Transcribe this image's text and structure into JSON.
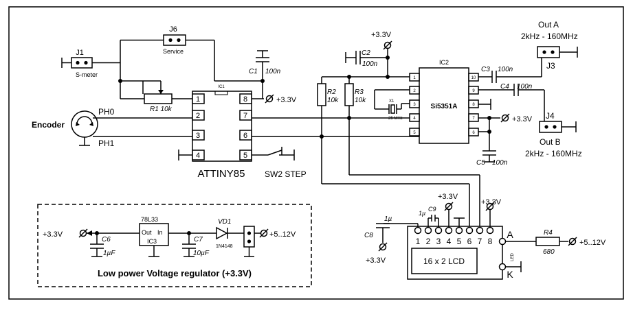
{
  "title": "ATTINY85",
  "net_labels": {
    "vcc_3v3": "+3.3V",
    "vin": "+5..12V"
  },
  "connectors": {
    "j1": "J1",
    "j1_desc": "S-meter",
    "j6": "J6",
    "j6_desc": "Service",
    "j3": "J3",
    "j4": "J4",
    "out_a": "Out A",
    "out_a_range": "2kHz - 160MHz",
    "out_b": "Out B",
    "out_b_range": "2kHz - 160MHz"
  },
  "encoder": {
    "label": "Encoder",
    "ph0": "PH0",
    "ph1": "PH1"
  },
  "switch": "SW2 STEP",
  "mcu": {
    "ref": "IC1",
    "pins_left": [
      "1",
      "2",
      "3",
      "4"
    ],
    "pins_right": [
      "8",
      "7",
      "6",
      "5"
    ]
  },
  "synth": {
    "ref": "IC2",
    "part": "Si5351A",
    "pins_left": [
      "1",
      "2",
      "3",
      "4",
      "5"
    ],
    "pins_right": [
      "10",
      "9",
      "8",
      "7",
      "6"
    ],
    "crystal_ref": "X1",
    "crystal_freq": "25 MHz"
  },
  "components": {
    "r1": "R1 10k",
    "r2": "R2",
    "r2_val": "10k",
    "r3": "R3",
    "r3_val": "10k",
    "r4": "R4",
    "r4_val": "680",
    "c1": "C1",
    "c1_val": "100n",
    "c2": "C2",
    "c2_val": "100n",
    "c3": "C3",
    "c3_val": "100n",
    "c4": "C4",
    "c4_val": "100n",
    "c5": "C5",
    "c5_val": "100n",
    "c8": "C8",
    "c8_val": "1µ",
    "c9": "C9",
    "c9_val": "1µ"
  },
  "lcd": {
    "label": "16 x 2 LCD",
    "pins": [
      "1",
      "2",
      "3",
      "4",
      "5",
      "6",
      "7",
      "8"
    ],
    "anode": "A",
    "cathode": "K",
    "led": "LED"
  },
  "regulator": {
    "title": "Low power Voltage regulator (+3.3V)",
    "ic": "78L33",
    "ic_ref": "IC3",
    "out": "Out",
    "in": "In",
    "c6": "C6",
    "c6_val": "1µF",
    "c7": "C7",
    "c7_val": "10µF",
    "vd1": "VD1",
    "vd1_part": "1N4148"
  },
  "colors": {
    "ink": "#000000",
    "background": "#ffffff"
  }
}
